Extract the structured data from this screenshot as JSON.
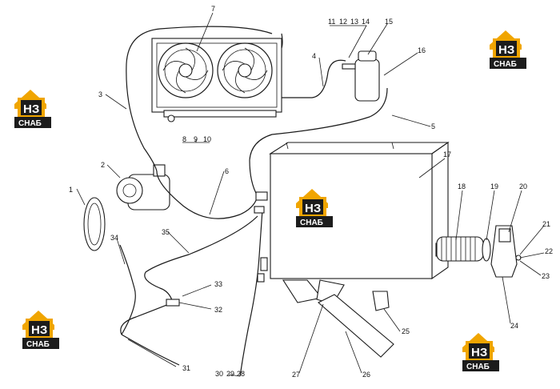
{
  "callouts": [
    "1",
    "2",
    "3",
    "4",
    "5",
    "6",
    "7",
    "8",
    "9",
    "10",
    "11",
    "12",
    "13",
    "14",
    "15",
    "16",
    "17",
    "18",
    "19",
    "20",
    "21",
    "22",
    "23",
    "24",
    "25",
    "26",
    "27",
    "28",
    "29",
    "30",
    "31",
    "32",
    "33",
    "34",
    "35"
  ],
  "logo": {
    "big": "НЗ",
    "small": "СНАБ",
    "color_orange": "#f0a500",
    "color_dark": "#1c1c1c"
  }
}
